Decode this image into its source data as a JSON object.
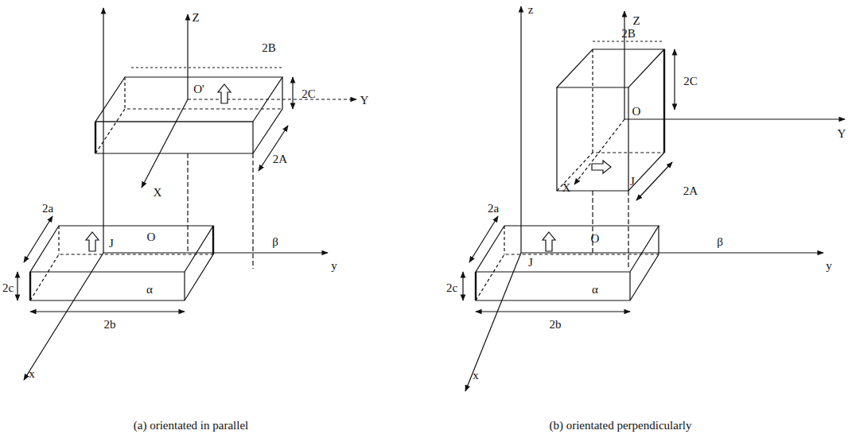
{
  "diagram": {
    "labels": [
      "Z",
      "2B",
      "O'",
      "2C",
      "Y",
      "X",
      "2A",
      "2a",
      "O",
      "J",
      "β",
      "y",
      "2c",
      "α",
      "x",
      "2b",
      "(a) orientated in parallel",
      "z",
      "Z",
      "2B",
      "2C",
      "O",
      "Y",
      "X",
      "J",
      "2A",
      "2a",
      "J",
      "O",
      "β",
      "y",
      "2c",
      "α",
      "x",
      "2b",
      "(b) orientated perpendicularly"
    ]
  }
}
